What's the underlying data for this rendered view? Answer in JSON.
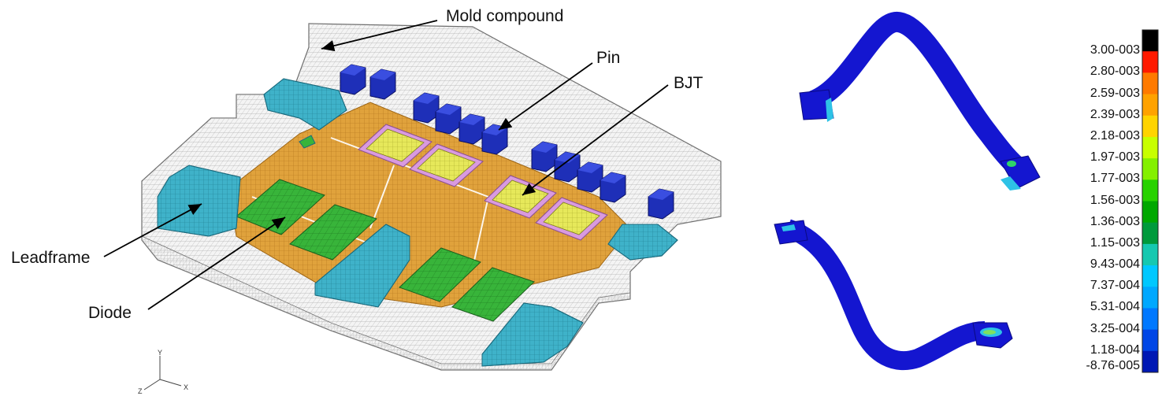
{
  "labels": {
    "mold_compound": "Mold compound",
    "pin": "Pin",
    "bjt": "BJT",
    "leadframe": "Leadframe",
    "diode": "Diode"
  },
  "axes": {
    "x": "X",
    "y": "Y",
    "z": "Z"
  },
  "legend": {
    "values": [
      "3.00-003",
      "2.80-003",
      "2.59-003",
      "2.39-003",
      "2.18-003",
      "1.97-003",
      "1.77-003",
      "1.56-003",
      "1.36-003",
      "1.15-003",
      "9.43-004",
      "7.37-004",
      "5.31-004",
      "3.25-004",
      "1.18-004",
      "-8.76-005"
    ],
    "colors": [
      "#000000",
      "#ff1a00",
      "#ff7a00",
      "#ffa200",
      "#ffd400",
      "#c8ff00",
      "#84f000",
      "#28d200",
      "#00a800",
      "#009a3c",
      "#16c8b0",
      "#00c8ff",
      "#00a8ff",
      "#0078ff",
      "#0046e6",
      "#0018b4"
    ]
  },
  "colors": {
    "leadframe": "#3fb2c9",
    "substrate": "#e0a23c",
    "diode": "#38b43a",
    "bjt": "#e6e85a",
    "bjt_frame": "#d99adf",
    "pin": "#1e2fb8",
    "mesh": "#9a9a9a",
    "wire_body": "#1416d0"
  }
}
